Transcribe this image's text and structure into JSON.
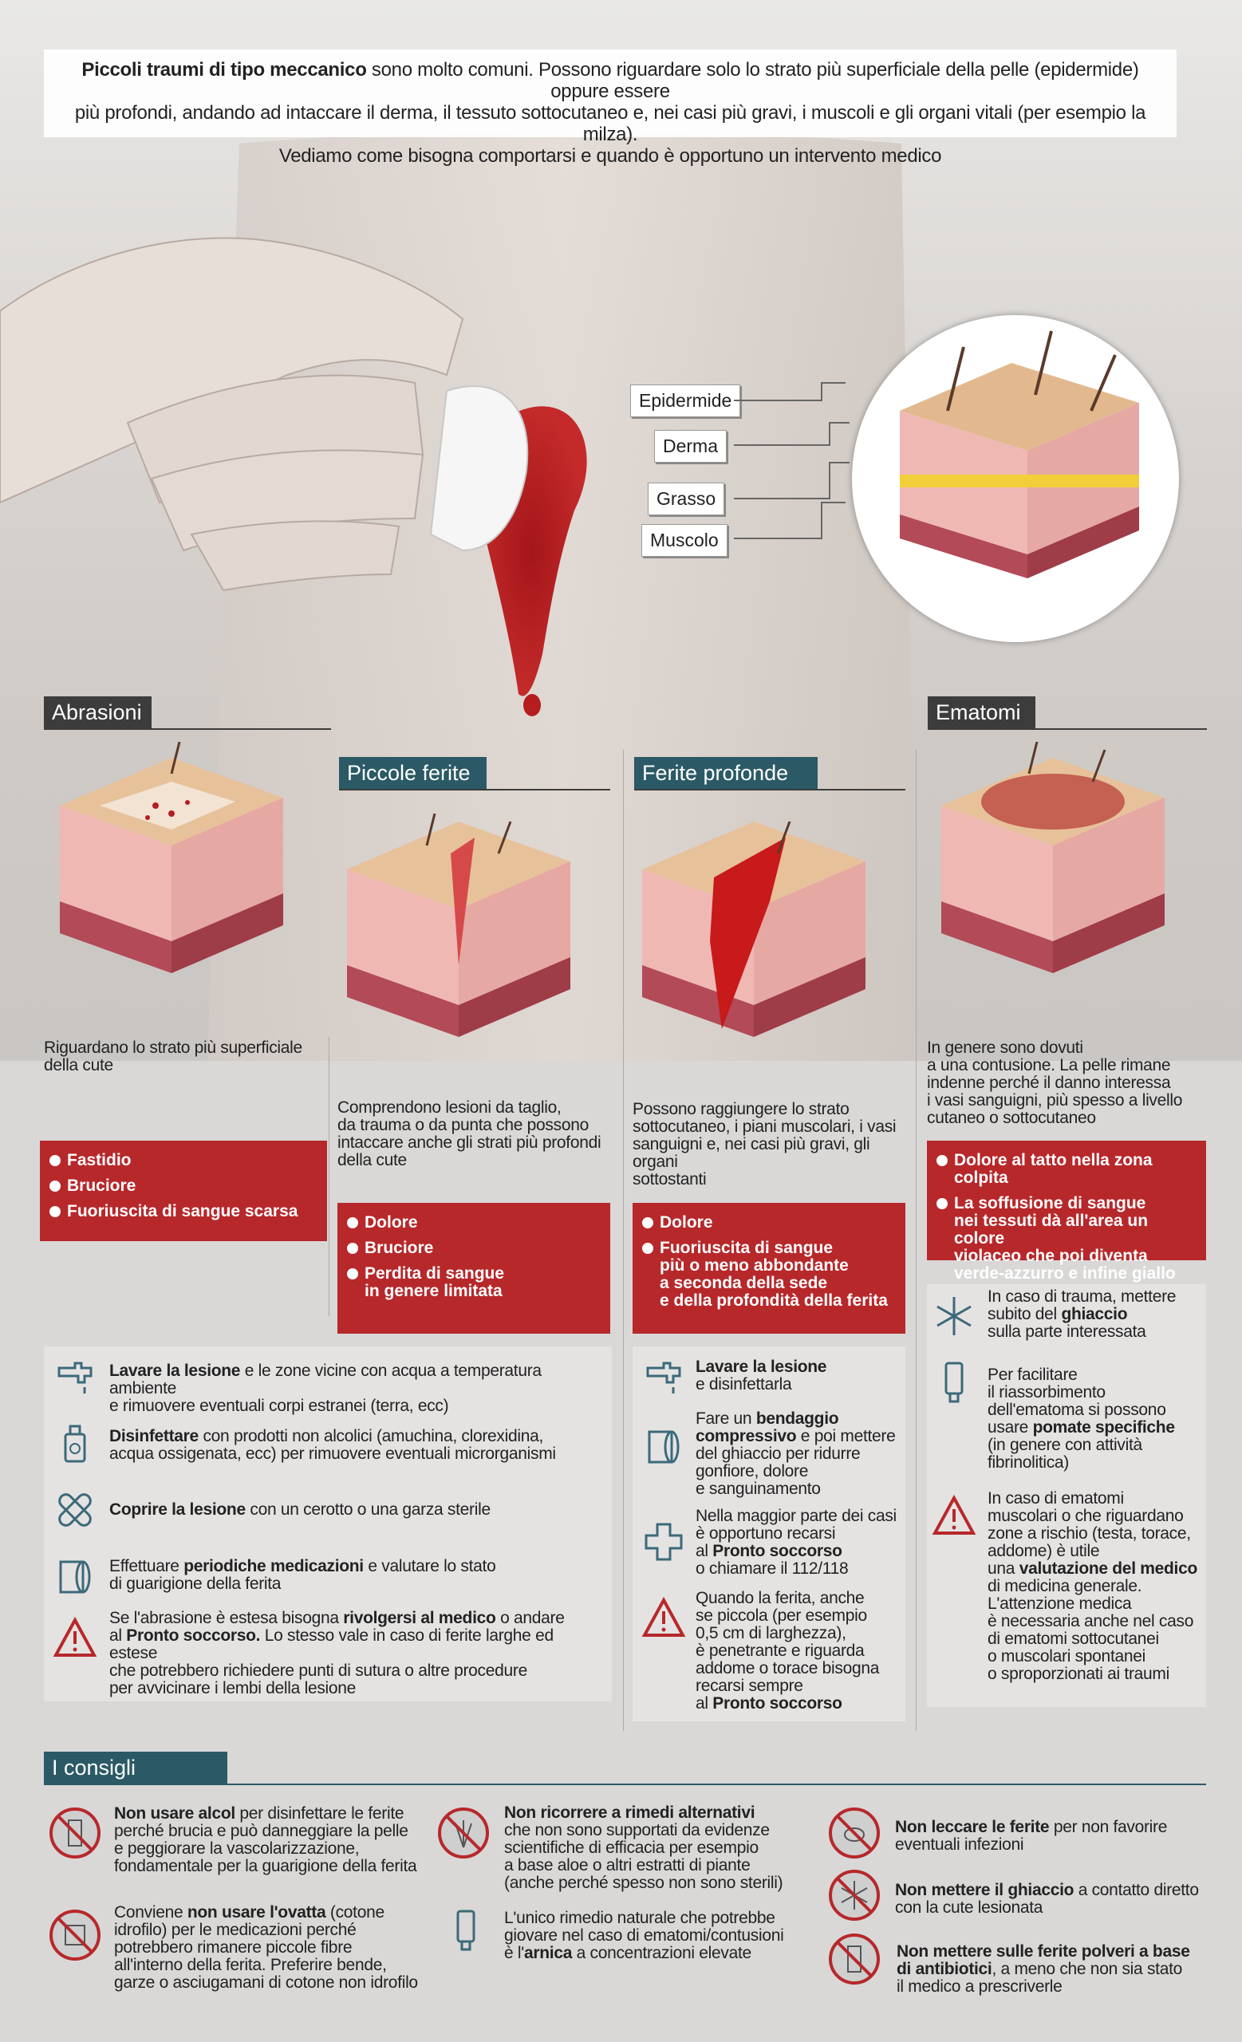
{
  "intro": {
    "bold": "Piccoli traumi di tipo meccanico",
    "line1": " sono molto comuni. Possono riguardare solo lo strato più superficiale della pelle (epidermide) oppure essere",
    "line2": "più profondi, andando ad intaccare il derma, il tessuto sottocutaneo e, nei casi più gravi, i muscoli e gli organi vitali (per esempio la milza).",
    "line3": "Vediamo come bisogna comportarsi e quando è opportuno un intervento medico"
  },
  "layers": [
    "Epidermide",
    "Derma",
    "Grasso",
    "Muscolo"
  ],
  "sections": {
    "abrasioni": {
      "title": "Abrasioni",
      "desc": [
        "Riguardano lo strato più superficiale",
        "della cute"
      ],
      "bullets": [
        "Fastidio",
        "Bruciore",
        "Fuoriuscita di sangue scarsa"
      ]
    },
    "piccole": {
      "title": "Piccole ferite",
      "desc": [
        "Comprendono lesioni da taglio,",
        "da trauma o da punta che possono",
        "intaccare anche gli strati più profondi",
        "della cute"
      ],
      "bullets": [
        "Dolore",
        "Bruciore",
        "Perdita di sangue\nin genere limitata"
      ]
    },
    "profonde": {
      "title": "Ferite profonde",
      "desc": [
        "Possono raggiungere lo strato",
        "sottocutaneo, i piani muscolari, i vasi",
        "sanguigni e, nei casi più gravi, gli organi",
        "sottostanti"
      ],
      "bullets": [
        "Dolore",
        "Fuoriuscita di sangue\npiù o meno abbondante\na seconda della sede\ne della profondità della ferita"
      ]
    },
    "ematomi": {
      "title": "Ematomi",
      "desc": [
        "In genere sono dovuti",
        "a una contusione. La pelle rimane",
        "indenne perché il danno interessa",
        "i vasi sanguigni, più spesso a livello",
        "cutaneo o sottocutaneo"
      ],
      "bullets": [
        "Dolore al tatto nella zona colpita",
        "La soffusione di sangue\nnei tessuti dà all'area un colore\nviolaceo che poi diventa\nverde-azzurro e infine giallo"
      ]
    }
  },
  "left_advice": [
    {
      "icon": "faucet-icon",
      "b": "Lavare la lesione",
      "t": " e le zone vicine con acqua a temperatura ambiente",
      "t2": "e rimuovere eventuali corpi estranei (terra, ecc)"
    },
    {
      "icon": "disinfectant-icon",
      "b": "Disinfettare",
      "t": " con prodotti non alcolici (amuchina, clorexidina,",
      "t2": "acqua ossigenata, ecc) per rimuovere eventuali microrganismi"
    },
    {
      "icon": "bandage-icon",
      "b": "Coprire la lesione",
      "t": " con un cerotto o una garza sterile",
      "t2": ""
    },
    {
      "icon": "gauze-roll-icon",
      "pre": "Effettuare ",
      "b": "periodiche medicazioni",
      "t": " e valutare lo stato",
      "t2": "di guarigione della ferita"
    },
    {
      "icon": "warning-icon",
      "pre": "Se l'abrasione è estesa bisogna ",
      "b": "rivolgersi al medico",
      "t": " o andare",
      "t2a": "al ",
      "b2": "Pronto soccorso.",
      "t2": " Lo stesso vale in caso di ferite larghe ed estese",
      "t3": "che potrebbero richiedere punti di sutura o altre procedure",
      "t4": "per avvicinare i lembi della lesione"
    }
  ],
  "mid_advice": {
    "wash_b": "Lavare la lesione",
    "wash_t": "e disinfettarla",
    "band_pre": "Fare un ",
    "band_b1": "bendaggio",
    "band_b2": "compressivo",
    "band_t": " e poi mettere",
    "band_lines": [
      "del ghiaccio per ridurre",
      "gonfiore, dolore",
      "e sanguinamento"
    ],
    "cross_lines": [
      "Nella maggior parte dei casi",
      "è opportuno recarsi"
    ],
    "cross_al": "al ",
    "cross_b": "Pronto soccorso",
    "cross_last": "o chiamare il 112/118",
    "warn_lines": [
      "Quando la ferita, anche",
      "se piccola (per esempio",
      "0,5 cm di larghezza),",
      "è penetrante e riguarda",
      "addome o torace bisogna",
      "recarsi sempre"
    ],
    "warn_al": "al ",
    "warn_b": "Pronto soccorso"
  },
  "right_advice": {
    "ice_lines": [
      "In caso di trauma, mettere"
    ],
    "ice_pre": "subito del ",
    "ice_b": "ghiaccio",
    "ice_last": "sulla parte interessata",
    "tube_lines": [
      "Per facilitare",
      "il riassorbimento",
      "dell'ematoma si possono"
    ],
    "tube_pre": "usare ",
    "tube_b": "pomate specifiche",
    "tube_last": [
      "(in genere con attività",
      "fibrinolitica)"
    ],
    "warn_lines": [
      "In caso di ematomi",
      "muscolari o che riguardano",
      "zone a rischio (testa, torace,",
      "addome) è utile"
    ],
    "warn_pre": "una ",
    "warn_b": "valutazione del medico",
    "warn_last": [
      "di medicina generale.",
      "L'attenzione medica",
      "è necessaria anche nel caso",
      "di ematomi sottocutanei",
      "o muscolari spontanei",
      "o sproporzionati ai traumi"
    ]
  },
  "consigli": {
    "title": "I consigli",
    "c1": {
      "b": "Non usare alcol",
      "t": " per disinfettare le ferite",
      "lines": [
        "perché brucia e può danneggiare la pelle",
        "e peggiorare la vascolarizzazione,",
        "fondamentale per la guarigione della ferita"
      ]
    },
    "c2": {
      "pre": "Conviene ",
      "b": "non usare l'ovatta",
      "t": " (cotone",
      "lines": [
        "idrofilo) per le medicazioni perché",
        "potrebbero rimanere piccole fibre",
        "all'interno della ferita. Preferire bende,",
        "garze o asciugamani di cotone non idrofilo"
      ]
    },
    "c3": {
      "b": "Non ricorrere a rimedi alternativi",
      "lines": [
        "che non sono supportati da evidenze",
        "scientifiche di efficacia per esempio",
        "a base aloe o altri estratti di piante",
        "(anche perché spesso non sono sterili)"
      ]
    },
    "c4": {
      "lines": [
        "L'unico rimedio naturale che potrebbe",
        "giovare nel caso di ematomi/contusioni"
      ],
      "pre": "è l'",
      "b": "arnica",
      "t": " a concentrazioni elevate"
    },
    "c5": {
      "b": "Non leccare le ferite",
      "t": " per non favorire",
      "lines": [
        "eventuali infezioni"
      ]
    },
    "c6": {
      "b": "Non mettere il ghiaccio",
      "t": " a contatto diretto",
      "lines": [
        "con la cute lesionata"
      ]
    },
    "c7": {
      "b": "Non mettere sulle ferite polveri a base",
      "b2": "di antibiotici",
      "t": ", a meno che non sia stato",
      "lines": [
        "il medico a prescriverle"
      ]
    }
  },
  "colors": {
    "red": "#b7282b",
    "teal": "#2b5a66",
    "dark": "#3c3c3c"
  }
}
